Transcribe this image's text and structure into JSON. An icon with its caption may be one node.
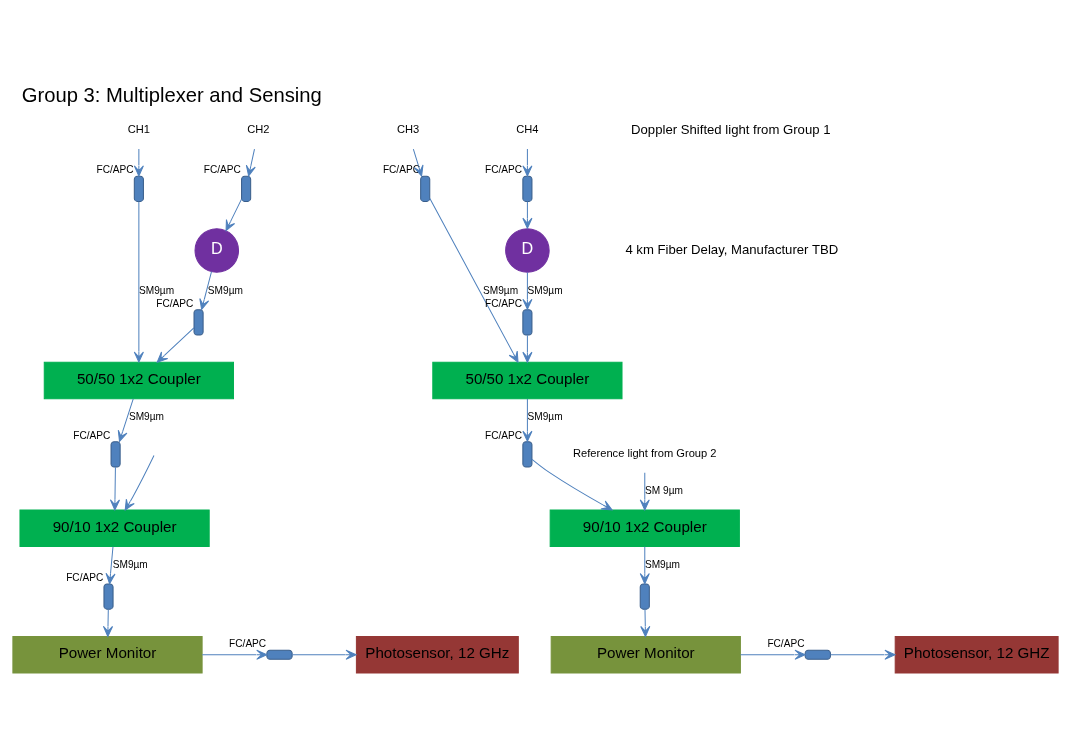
{
  "diagram": {
    "title": "Group 3: Multiplexer and Sensing",
    "nodes": [
      {
        "text": [
          "CH1"
        ]
      },
      {
        "text": [
          "CH2"
        ]
      },
      {
        "text": [
          "CH3"
        ]
      },
      {
        "text": [
          "CH4"
        ]
      },
      {
        "text": [],
        "shape": "bar",
        "beside": [
          "FC/APC"
        ]
      },
      {
        "text": [],
        "shape": "bar",
        "beside": [
          "FC/APC"
        ]
      },
      {
        "text": [],
        "shape": "bar",
        "beside": [
          "FC/APC"
        ]
      },
      {
        "text": [],
        "shape": "bar",
        "beside": [
          "FC/APC"
        ]
      },
      {
        "text": [
          "D"
        ]
      },
      {
        "text": [
          "D"
        ]
      },
      {
        "text": [],
        "shape": "bar",
        "beside": [
          "FC/APC"
        ]
      },
      {
        "text": [],
        "shape": "bar",
        "beside": [
          "FC/APC"
        ]
      },
      {
        "text": [
          "50/50 1x2 Coupler"
        ]
      },
      {
        "text": [
          "50/50 1x2 Coupler"
        ]
      },
      {
        "text": [],
        "shape": "bar",
        "beside": [
          "FC/APC"
        ]
      },
      {
        "text": [],
        "shape": "bar",
        "beside": [
          "FC/APC"
        ]
      },
      {
        "text": [
          "90/10 1x2 Coupler"
        ]
      },
      {
        "text": [
          "90/10 1x2 Coupler"
        ]
      },
      {
        "text": [],
        "shape": "bar",
        "beside": [
          "FC/APC"
        ]
      },
      {
        "text": [],
        "shape": "bar"
      },
      {
        "text": [
          "Power Monitor"
        ]
      },
      {
        "text": [
          "Power Monitor"
        ]
      },
      {
        "text": [],
        "shape": "bar",
        "beside": [
          "FC/APC"
        ]
      },
      {
        "text": [],
        "shape": "bar",
        "beside": [
          "FC/APC"
        ]
      },
      {
        "text": [
          "Photosensor, 12 GHz"
        ]
      },
      {
        "text": [
          "Photosensor, 12 GHZ"
        ]
      },
      {
        "text": [
          "Reference light from Group 2"
        ]
      }
    ],
    "edges": [
      {
        "from": 0,
        "to": 4,
        "arrow": "to"
      },
      {
        "from": 1,
        "to": 5,
        "arrow": "to"
      },
      {
        "from": 2,
        "to": 6,
        "arrow": "to"
      },
      {
        "from": 3,
        "to": 7,
        "arrow": "to"
      },
      {
        "from": 4,
        "to": 12,
        "arrow": "to",
        "label": "SM9µm"
      },
      {
        "from": 5,
        "to": 8,
        "arrow": "to"
      },
      {
        "from": 8,
        "to": 10,
        "arrow": "to",
        "label": "SM9µm"
      },
      {
        "from": 10,
        "to": 12,
        "arrow": "to"
      },
      {
        "from": 6,
        "to": 13,
        "arrow": "to",
        "label": "SM9µm"
      },
      {
        "from": 7,
        "to": 9,
        "arrow": "to"
      },
      {
        "from": 9,
        "to": 11,
        "arrow": "to",
        "label": "SM9µm"
      },
      {
        "from": 11,
        "to": 13,
        "arrow": "to"
      },
      {
        "from": 12,
        "to": 14,
        "arrow": "to",
        "label": "SM9µm"
      },
      {
        "from": 14,
        "to": 16,
        "arrow": "to"
      },
      {
        "from": 13,
        "to": 15,
        "arrow": "to",
        "label": "SM9µm"
      },
      {
        "from": 15,
        "to": 17,
        "arrow": "to"
      },
      {
        "from": null,
        "to": 16,
        "arrow": "to"
      },
      {
        "from": 26,
        "to": 17,
        "arrow": "to",
        "label": "SM 9µm"
      },
      {
        "from": 16,
        "to": 18,
        "arrow": "to",
        "label": "SM9µm"
      },
      {
        "from": 18,
        "to": 20,
        "arrow": "to"
      },
      {
        "from": 17,
        "to": 19,
        "arrow": "to",
        "label": "SM9µm"
      },
      {
        "from": 19,
        "to": 21,
        "arrow": "to"
      },
      {
        "from": 20,
        "to": 22,
        "arrow": "to"
      },
      {
        "from": 22,
        "to": 24,
        "arrow": "to"
      },
      {
        "from": 21,
        "to": 23,
        "arrow": "to"
      },
      {
        "from": 23,
        "to": 25,
        "arrow": "to"
      }
    ],
    "labels": [
      "Doppler Shifted light from Group 1",
      "4 km Fiber Delay, Manufacturer TBD"
    ]
  }
}
